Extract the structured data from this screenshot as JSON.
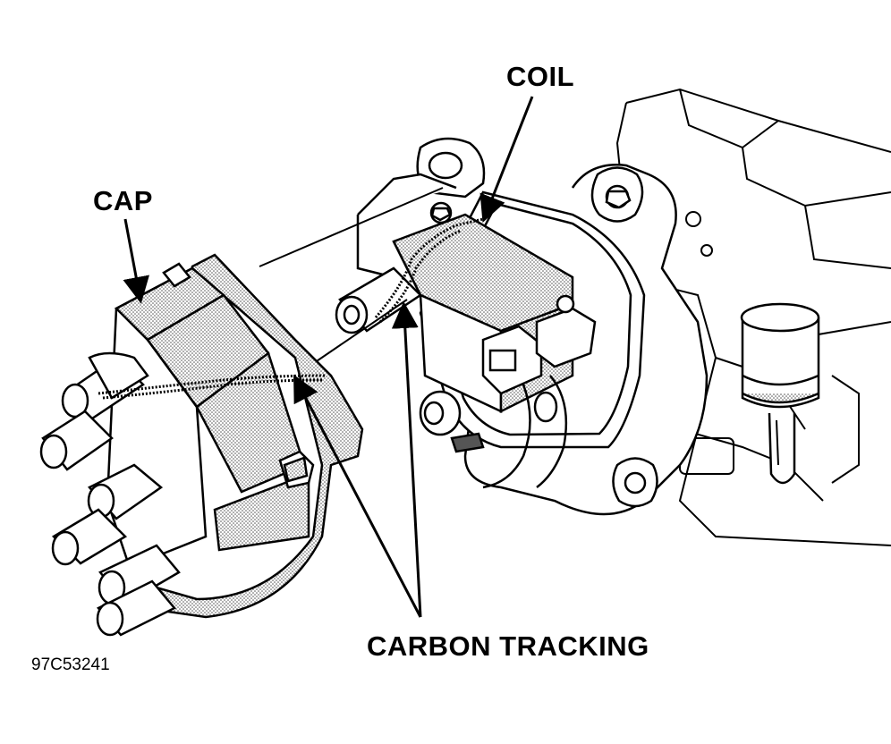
{
  "labels": {
    "coil": "COIL",
    "cap": "CAP",
    "carbon_tracking": "CARBON TRACKING"
  },
  "figure_id": "97C53241",
  "colors": {
    "line": "#000000",
    "shade": "#bdbdbd",
    "background": "#ffffff"
  }
}
